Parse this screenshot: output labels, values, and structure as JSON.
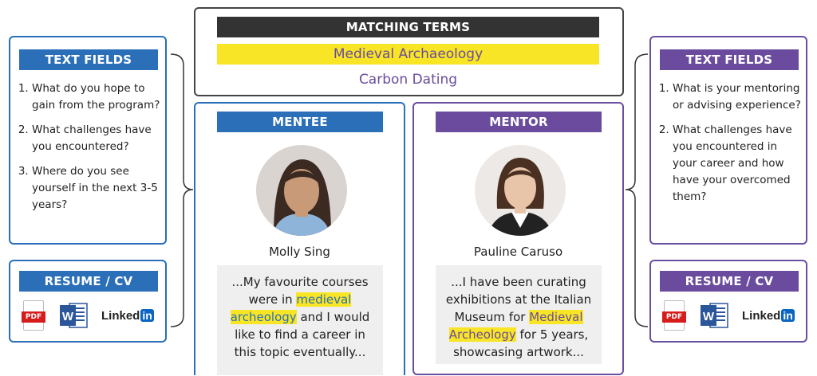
{
  "matching": {
    "header": "MATCHING TERMS",
    "term1": "Medieval Archaeology",
    "term2": "Carbon Dating"
  },
  "left_text_fields": {
    "header": "TEXT FIELDS",
    "questions": [
      "What do you hope to gain from the program?",
      "What challenges have you encountered?",
      "Where do you see yourself in the next 3-5 years?"
    ]
  },
  "right_text_fields": {
    "header": "TEXT FIELDS",
    "questions": [
      "What is your mentoring or advising experience?",
      "What challenges have you encountered in your career and how have your overcomed them?"
    ]
  },
  "left_resume": {
    "header": "RESUME / CV",
    "pdf": "PDF",
    "linkedin_a": "Linked",
    "linkedin_b": "in"
  },
  "right_resume": {
    "header": "RESUME / CV",
    "pdf": "PDF",
    "linkedin_a": "Linked",
    "linkedin_b": "in"
  },
  "mentee": {
    "header": "MENTEE",
    "name": "Molly Sing",
    "quote_a": "...My favourite courses were in ",
    "quote_hl1": "medieval",
    "quote_b": " ",
    "quote_hl2": "archeology",
    "quote_c": " and I would like to find a career in this topic eventually..."
  },
  "mentor": {
    "header": "MENTOR",
    "name": "Pauline Caruso",
    "quote_a": "...I have been curating exhibitions at the Italian Museum for ",
    "quote_hl1": "Medieval",
    "quote_b": " ",
    "quote_hl2": "Archeology",
    "quote_c": " for 5 years, showcasing artwork..."
  },
  "colors": {
    "blue": "#2a6fb8",
    "purple": "#6a4b9e",
    "yellow": "#f8e525",
    "dark": "#333333"
  },
  "icons": [
    "pdf-icon",
    "word-icon",
    "linkedin-icon",
    "user-avatar"
  ]
}
